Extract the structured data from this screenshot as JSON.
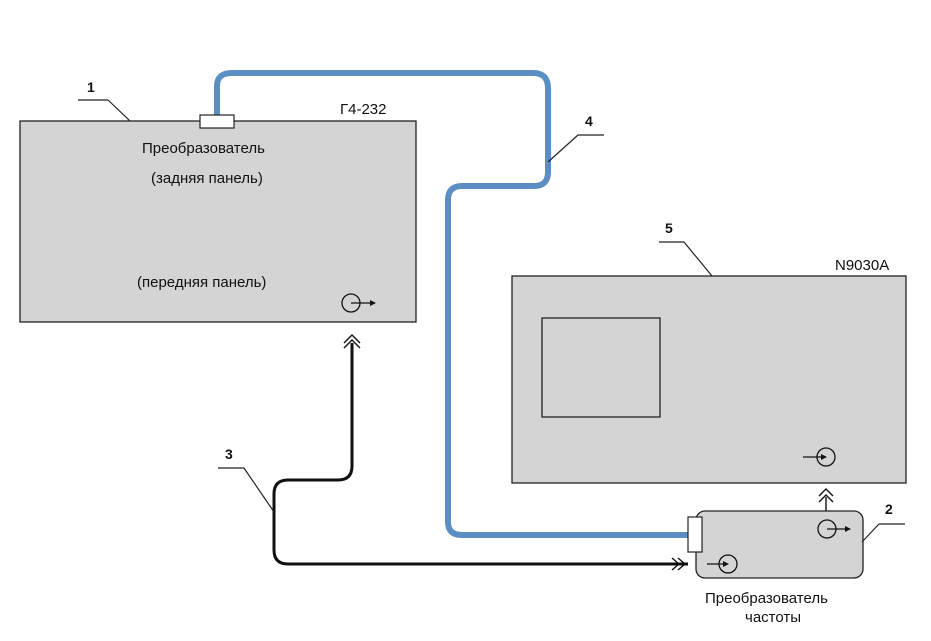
{
  "device_1": {
    "number": "1",
    "model": "Г4-232",
    "rear_title": "Преобразователь",
    "rear_panel": "(задняя панель)",
    "front_panel": "(передняя панель)"
  },
  "device_2": {
    "number": "2",
    "label_line1": "Преобразователь",
    "label_line2": "частоты"
  },
  "cable_3": {
    "number": "3"
  },
  "cable_4": {
    "number": "4",
    "color": "#5b8fc4"
  },
  "device_5": {
    "number": "5",
    "model": "N9030A"
  },
  "colors": {
    "panel": "#d4d4d4",
    "cable_blue": "#5b8fc4",
    "cable_black": "#111111",
    "line": "#222222"
  }
}
